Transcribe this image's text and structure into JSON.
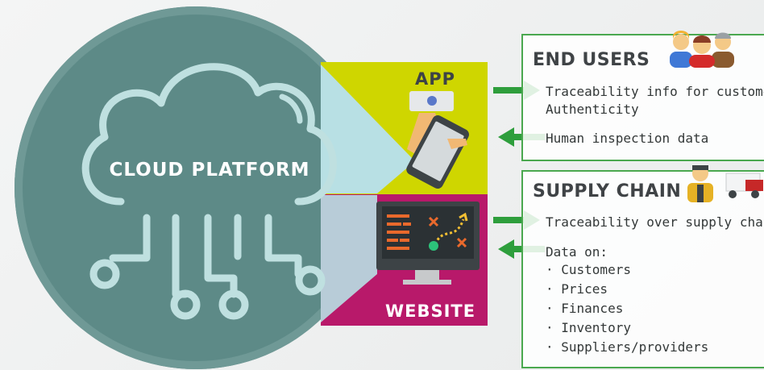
{
  "cloud": {
    "label": "CLOUD PLATFORM"
  },
  "app": {
    "title": "APP"
  },
  "website": {
    "title": "WEBSITE"
  },
  "end_users": {
    "title": "END USERS",
    "items": [
      "Traceability info for customers",
      "Authenticity",
      "Human inspection data"
    ]
  },
  "supply_chain": {
    "title": "SUPPLY CHAIN",
    "items": [
      "Traceability over supply chain",
      "Data on:"
    ],
    "data_items": [
      "· Customers",
      "· Prices",
      "· Finances",
      "· Inventory",
      "· Suppliers/providers"
    ]
  },
  "colors": {
    "circle": "#5d8a87",
    "app_panel": "#cfd600",
    "website_panel": "#b8196a",
    "arrow": "#2e9e3c",
    "box_border": "#4aa84f"
  }
}
